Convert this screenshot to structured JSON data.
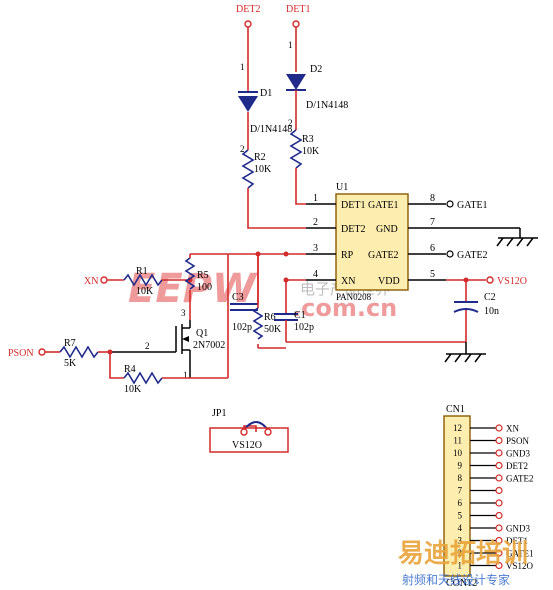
{
  "nets": {
    "det2": "DET2",
    "det1": "DET1",
    "gate1": "GATE1",
    "gate2": "GATE2",
    "xn": "XN",
    "vs120": "VS12O",
    "pson": "PSON"
  },
  "components": {
    "d1": {
      "ref": "D1",
      "value": "D/1N4148",
      "pin1": "1",
      "pin2": "2"
    },
    "d2": {
      "ref": "D2",
      "value": "D/1N4148",
      "pin1": "1",
      "pin2": "2"
    },
    "r1": {
      "ref": "R1",
      "value": "10K"
    },
    "r2": {
      "ref": "R2",
      "value": "10K"
    },
    "r3": {
      "ref": "R3",
      "value": "10K"
    },
    "r4": {
      "ref": "R4",
      "value": "10K"
    },
    "r5": {
      "ref": "R5",
      "value": "100"
    },
    "r6": {
      "ref": "R6",
      "value": "50K"
    },
    "r7": {
      "ref": "R7",
      "value": "5K"
    },
    "c1": {
      "ref": "C1",
      "value": "102p"
    },
    "c2": {
      "ref": "C2",
      "value": "10n"
    },
    "c3": {
      "ref": "C3",
      "value": "102p"
    },
    "q1": {
      "ref": "Q1",
      "value": "2N7002",
      "pin2": "2",
      "pin3": "3",
      "pin1": "1"
    },
    "jp1": {
      "ref": "JP1",
      "label": "VS12O"
    }
  },
  "ic": {
    "ref": "U1",
    "part": "PAN0208",
    "left_pins": [
      {
        "num": "1",
        "name": "DET1"
      },
      {
        "num": "2",
        "name": "DET2"
      },
      {
        "num": "3",
        "name": "RP"
      },
      {
        "num": "4",
        "name": "XN"
      }
    ],
    "right_pins": [
      {
        "num": "8",
        "name": "GATE1"
      },
      {
        "num": "7",
        "name": "GND"
      },
      {
        "num": "6",
        "name": "GATE2"
      },
      {
        "num": "5",
        "name": "VDD"
      }
    ]
  },
  "connector": {
    "ref": "CN1",
    "part": "CON12",
    "pins": [
      {
        "num": "12",
        "label": "XN"
      },
      {
        "num": "11",
        "label": "PSON"
      },
      {
        "num": "10",
        "label": "GND3"
      },
      {
        "num": "9",
        "label": "DET2"
      },
      {
        "num": "8",
        "label": "GATE2"
      },
      {
        "num": "7",
        "label": ""
      },
      {
        "num": "6",
        "label": ""
      },
      {
        "num": "5",
        "label": ""
      },
      {
        "num": "4",
        "label": "GND3"
      },
      {
        "num": "3",
        "label": "DET1"
      },
      {
        "num": "2",
        "label": "GATE1"
      },
      {
        "num": "1",
        "label": "VS12O"
      }
    ]
  },
  "watermarks": {
    "center_logo": "EEPW",
    "center_url": ".com.cn",
    "center_cn": "电子产品世界",
    "corner_cn": "易迪拓培训",
    "corner_sub": "射频和天线设计专家"
  },
  "colors": {
    "wire": "#d42a2a",
    "resistor": "#1f2a8a",
    "ic_fill": "#fdeeb0",
    "connector_fill": "#fdeeb0"
  }
}
